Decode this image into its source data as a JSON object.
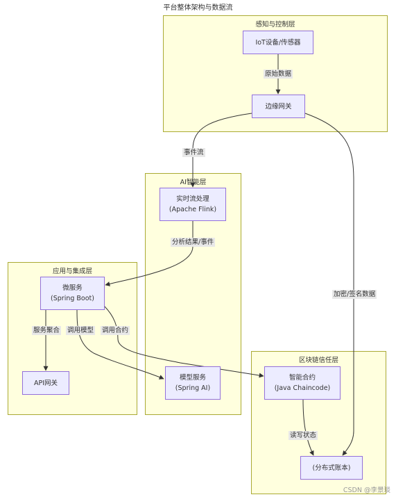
{
  "title": "平台整体架构与数据流",
  "clusters": {
    "perception": "感知与控制层",
    "ai": "AI智能层",
    "app": "应用与集成层",
    "blockchain": "区块链信任层"
  },
  "nodes": {
    "iot": "IoT设备/传感器",
    "gateway": "边缘网关",
    "flink": [
      "实时流处理",
      "(Apache Flink)"
    ],
    "micro": [
      "微服务",
      "(Spring Boot)"
    ],
    "api": "API网关",
    "model": [
      "模型服务",
      "(Spring AI)"
    ],
    "contract": [
      "智能合约",
      "(Java Chaincode)"
    ],
    "ledger": "(分布式账本)"
  },
  "edges": {
    "raw_data": "原始数据",
    "event_stream": "事件流",
    "analysis": "分析结果/事件",
    "encrypt": "加密/签名数据",
    "aggregate": "服务聚合",
    "call_model": "调用模型",
    "call_contract": "调用合约",
    "rw_state": "读写状态"
  },
  "watermark": "CSDN @李景琰"
}
